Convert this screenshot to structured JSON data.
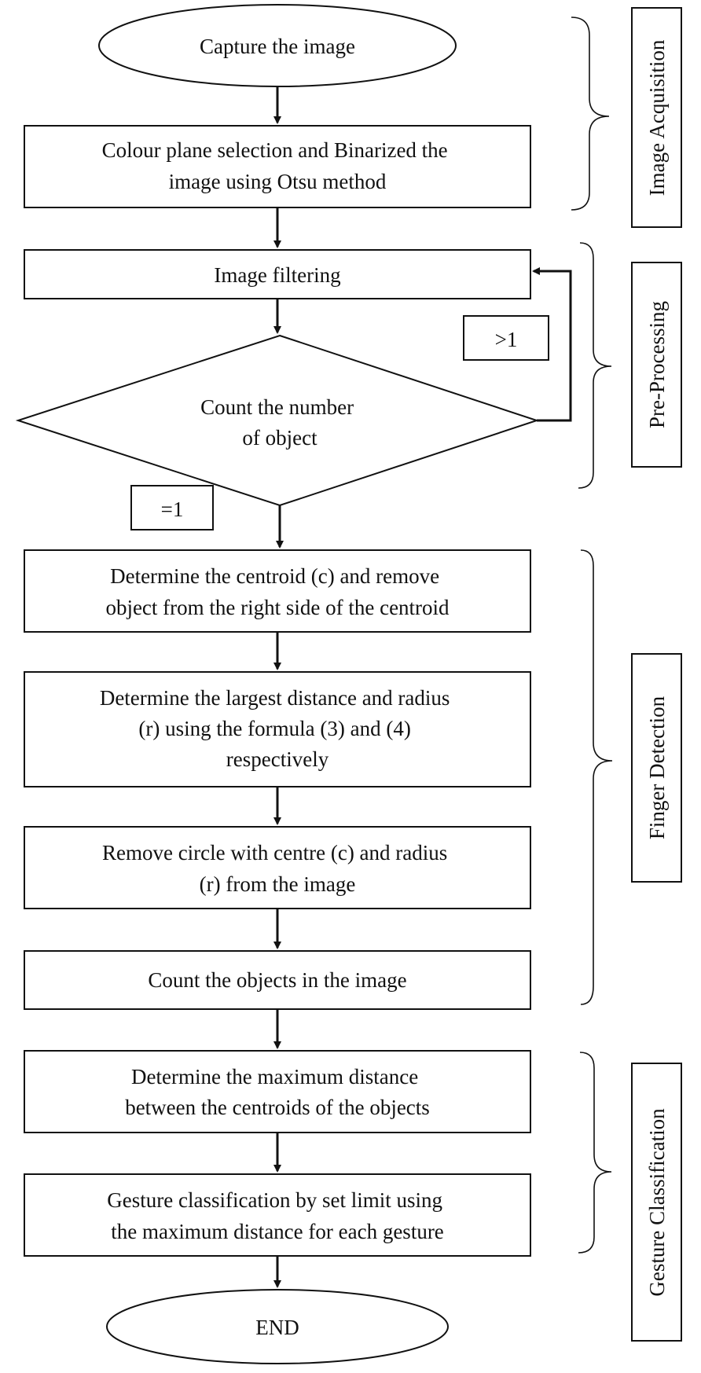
{
  "flowchart": {
    "start": "Capture the image",
    "steps": {
      "colour_binarize": [
        "Colour plane selection and Binarized the",
        "image using Otsu method"
      ],
      "image_filtering": [
        "Image filtering"
      ],
      "count_number": [
        "Count the number",
        "of object"
      ],
      "determine_centroid": [
        "Determine the centroid (c) and remove",
        "object from the right side of the centroid"
      ],
      "largest_distance": [
        "Determine the largest distance and radius",
        "(r) using the formula (3) and (4)",
        "respectively"
      ],
      "remove_circle": [
        "Remove circle with centre (c) and radius",
        "(r) from the image"
      ],
      "count_objects": [
        "Count the objects in the image"
      ],
      "max_distance": [
        "Determine the maximum distance",
        "between the centroids of the objects"
      ],
      "gesture_classification": [
        "Gesture classification by set limit using",
        "the maximum distance for each gesture"
      ]
    },
    "end": "END",
    "conditions": {
      "greater_than_one": ">1",
      "equals_one": "=1"
    }
  },
  "stages": [
    {
      "id": "image-acquisition",
      "label": "Image Acquisition"
    },
    {
      "id": "pre-processing",
      "label": "Pre-Processing"
    },
    {
      "id": "finger-detection",
      "label": "Finger Detection"
    },
    {
      "id": "gesture-classification",
      "label": "Gesture Classification"
    }
  ],
  "colors": {
    "line": "#111111",
    "fill": "#ffffff",
    "text": "#111111"
  }
}
